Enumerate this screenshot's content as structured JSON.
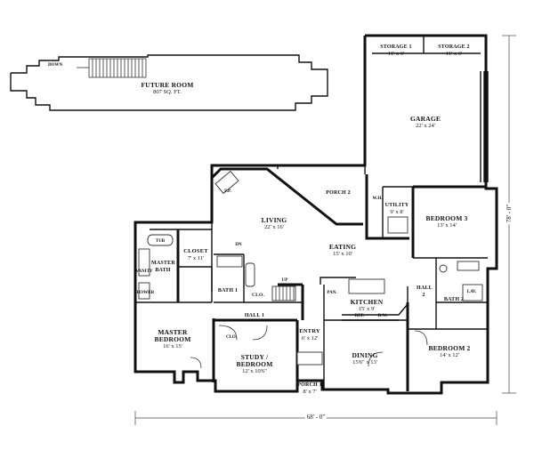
{
  "future_room": {
    "name": "FUTURE ROOM",
    "area": "807 SQ. FT."
  },
  "rooms": {
    "storage1": {
      "name": "STORAGE 1",
      "dim": "11' x 6'"
    },
    "storage2": {
      "name": "STORAGE 2",
      "dim": "11' x 6'"
    },
    "garage": {
      "name": "GARAGE",
      "dim": "22' x 24'"
    },
    "porch2": {
      "name": "PORCH 2"
    },
    "utility": {
      "name": "UTILITY",
      "dim": "9' x 8'"
    },
    "bedroom3": {
      "name": "BEDROOM 3",
      "dim": "13' x 14'"
    },
    "living": {
      "name": "LIVING",
      "dim": "22' x 16'"
    },
    "eating": {
      "name": "EATING",
      "dim": "15' x 10'"
    },
    "master_bath": {
      "name": "MASTER BATH"
    },
    "closet": {
      "name": "CLOSET",
      "dim": "7' x 11'"
    },
    "bath1": {
      "name": "BATH 1"
    },
    "clo1": {
      "name": "CLO."
    },
    "hall1": {
      "name": "HALL 1"
    },
    "kitchen": {
      "name": "KITCHEN",
      "dim": "15' x 9'"
    },
    "hall2": {
      "name": "HALL 2"
    },
    "bath2": {
      "name": "BATH 2"
    },
    "master_bedroom": {
      "name": "MASTER BEDROOM",
      "dim": "16' x 15'"
    },
    "study": {
      "name": "STUDY / BEDROOM",
      "dim": "12' x 10'6\""
    },
    "entry": {
      "name": "ENTRY",
      "dim": "6' x 12'"
    },
    "dining": {
      "name": "DINING",
      "dim": "15'6\" x 13'"
    },
    "bedroom2": {
      "name": "BEDROOM 2",
      "dim": "14' x 12'"
    },
    "porch1": {
      "name": "PORCH 1",
      "dim": "8' x 7'"
    }
  },
  "small_labels": {
    "down": "DOWN",
    "up": "UP",
    "dn": "DN",
    "fireplace": "F.P.",
    "clo": "CLO.",
    "pan": "PAN.",
    "wh": "W.H.",
    "shower": "SHOWER",
    "tub": "TUB",
    "vanity": "VANITY",
    "ref": "REF.",
    "dw": "D.W.",
    "lav": "LAV."
  },
  "dimensions": {
    "overall_width": "68' - 0\"",
    "overall_depth": "78' - 0\""
  }
}
